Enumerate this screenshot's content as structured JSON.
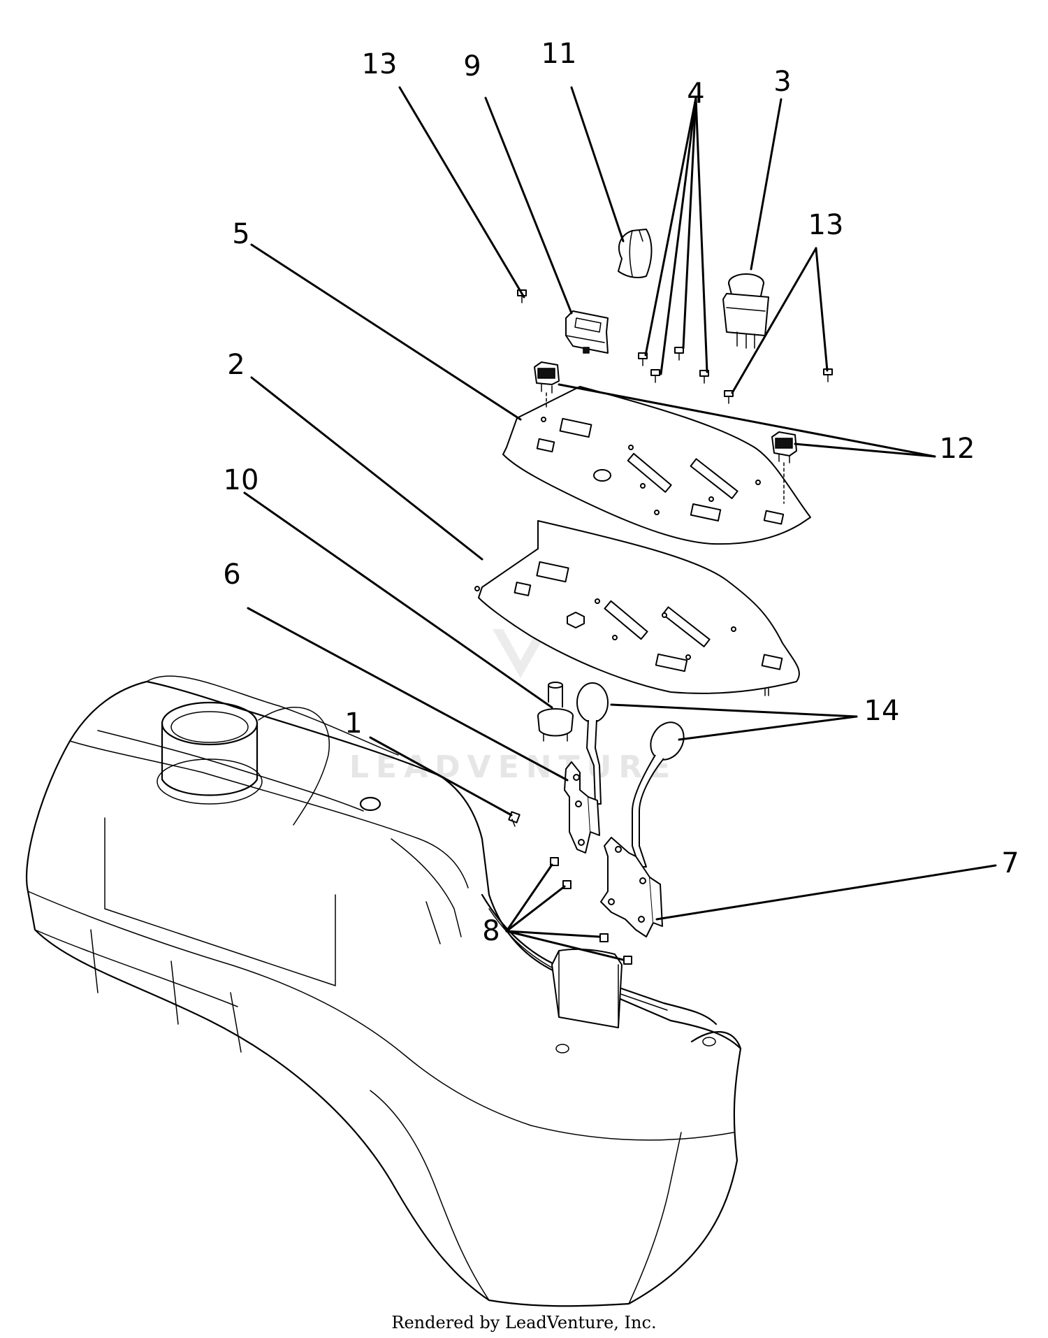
{
  "callouts": {
    "c13a": "13",
    "c9": "9",
    "c11": "11",
    "c4": "4",
    "c3": "3",
    "c13b": "13",
    "c5": "5",
    "c12": "12",
    "c2": "2",
    "c10": "10",
    "c6": "6",
    "c14": "14",
    "c1": "1",
    "c7": "7",
    "c8": "8"
  },
  "watermark": "LEADVENTURE",
  "footer": "Rendered by LeadVenture, Inc."
}
